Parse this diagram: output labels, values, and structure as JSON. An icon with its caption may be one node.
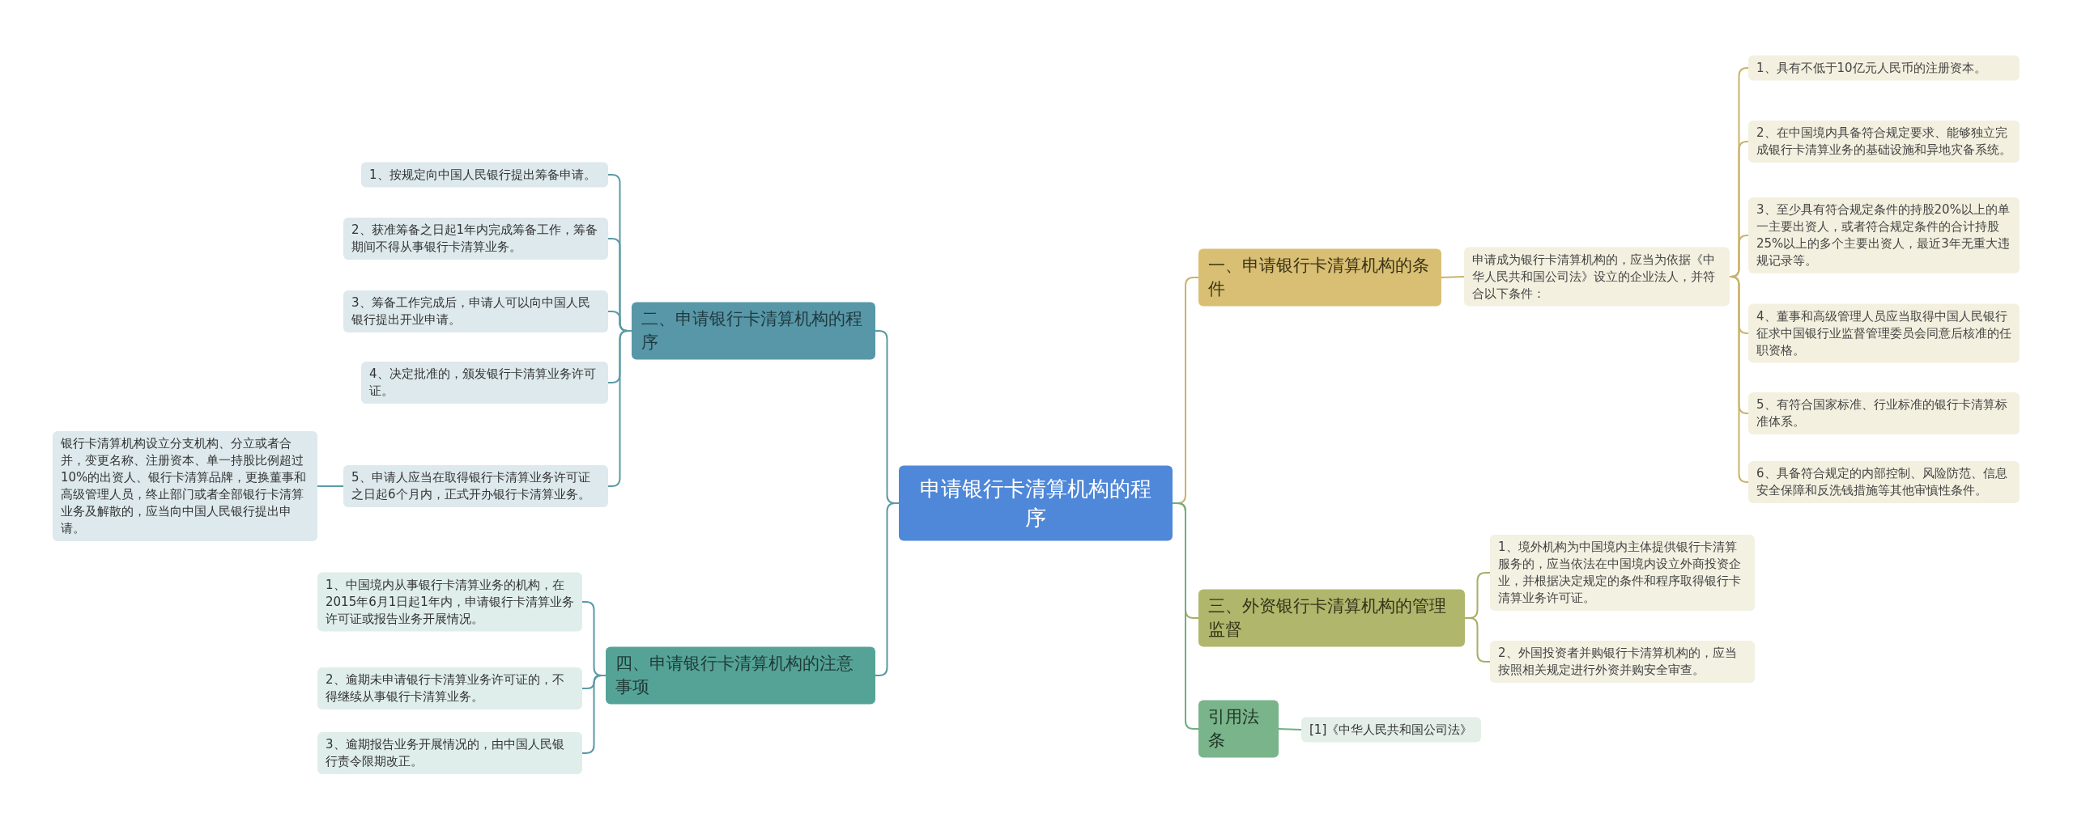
{
  "diagram": {
    "nodes": [
      {
        "text": [
          "申请银行卡清算机构的程序"
        ]
      },
      {
        "text": [
          "二、申请银行卡清算机构的程序"
        ]
      },
      {
        "text": [
          "1、按规定向中国人民银行提出筹备申请。"
        ]
      },
      {
        "text": [
          "2、获准筹备之日起1年内完成筹备工作，筹备期间不得从事银行卡清算业务。"
        ]
      },
      {
        "text": [
          "3、筹备工作完成后，申请人可以向中国人民银行提出开业申请。"
        ]
      },
      {
        "text": [
          "4、决定批准的，颁发银行卡清算业务许可证。"
        ]
      },
      {
        "text": [
          "5、申请人应当在取得银行卡清算业务许可证之日起6个月内，正式开办银行卡清算业务。"
        ]
      },
      {
        "text": [
          "银行卡清算机构设立分支机构、分立或者合并，变更名称、注册资本、单一持股比例超过10%的出资人、银行卡清算品牌，更换董事和高级管理人员，终止部门或者全部银行卡清算业务及解散的，应当向中国人民银行提出申请。"
        ]
      },
      {
        "text": [
          "四、申请银行卡清算机构的注意事项"
        ]
      },
      {
        "text": [
          "1、中国境内从事银行卡清算业务的机构，在2015年6月1日起1年内，申请银行卡清算业务许可证或报告业务开展情况。"
        ]
      },
      {
        "text": [
          "2、逾期未申请银行卡清算业务许可证的，不得继续从事银行卡清算业务。"
        ]
      },
      {
        "text": [
          "3、逾期报告业务开展情况的，由中国人民银行责令限期改正。"
        ]
      },
      {
        "text": [
          "一、申请银行卡清算机构的条件"
        ]
      },
      {
        "text": [
          "申请成为银行卡清算机构的，应当为依据《中华人民共和国公司法》设立的企业法人，并符合以下条件："
        ]
      },
      {
        "text": [
          "1、具有不低于10亿元人民币的注册资本。"
        ]
      },
      {
        "text": [
          "2、在中国境内具备符合规定要求、能够独立完成银行卡清算业务的基础设施和异地灾备系统。"
        ]
      },
      {
        "text": [
          "3、至少具有符合规定条件的持股20%以上的单一主要出资人，或者符合规定条件的合计持股25%以上的多个主要出资人，最近3年无重大违规记录等。"
        ]
      },
      {
        "text": [
          "4、董事和高级管理人员应当取得中国人民银行征求中国银行业监督管理委员会同意后核准的任职资格。"
        ]
      },
      {
        "text": [
          "5、有符合国家标准、行业标准的银行卡清算标准体系。"
        ]
      },
      {
        "text": [
          "6、具备符合规定的内部控制、风险防范、信息安全保障和反洗钱措施等其他审慎性条件。"
        ]
      },
      {
        "text": [
          "三、外资银行卡清算机构的管理监督"
        ]
      },
      {
        "text": [
          "1、境外机构为中国境内主体提供银行卡清算服务的，应当依法在中国境内设立外商投资企业，并根据决定规定的条件和程序取得银行卡清算业务许可证。"
        ]
      },
      {
        "text": [
          "2、外国投资者并购银行卡清算机构的，应当按照相关规定进行外资并购安全审查。"
        ]
      },
      {
        "text": [
          "引用法条"
        ]
      },
      {
        "text": [
          "[1]《中华人民共和国公司法》"
        ]
      }
    ],
    "edges": [
      {
        "from": 0,
        "to": 1,
        "arrow": "none"
      },
      {
        "from": 1,
        "to": 2,
        "arrow": "none"
      },
      {
        "from": 1,
        "to": 3,
        "arrow": "none"
      },
      {
        "from": 1,
        "to": 4,
        "arrow": "none"
      },
      {
        "from": 1,
        "to": 5,
        "arrow": "none"
      },
      {
        "from": 1,
        "to": 6,
        "arrow": "none"
      },
      {
        "from": 6,
        "to": 7,
        "arrow": "none"
      },
      {
        "from": 0,
        "to": 8,
        "arrow": "none"
      },
      {
        "from": 8,
        "to": 9,
        "arrow": "none"
      },
      {
        "from": 8,
        "to": 10,
        "arrow": "none"
      },
      {
        "from": 8,
        "to": 11,
        "arrow": "none"
      },
      {
        "from": 0,
        "to": 12,
        "arrow": "none",
        "color": "#c9b46a"
      },
      {
        "from": 12,
        "to": 13,
        "arrow": "none",
        "color": "#c9b46a"
      },
      {
        "from": 13,
        "to": 14,
        "arrow": "none",
        "color": "#c9b46a"
      },
      {
        "from": 13,
        "to": 15,
        "arrow": "none",
        "color": "#c9b46a"
      },
      {
        "from": 13,
        "to": 16,
        "arrow": "none",
        "color": "#c9b46a"
      },
      {
        "from": 13,
        "to": 17,
        "arrow": "none",
        "color": "#c9b46a"
      },
      {
        "from": 13,
        "to": 18,
        "arrow": "none",
        "color": "#c9b46a"
      },
      {
        "from": 13,
        "to": 19,
        "arrow": "none",
        "color": "#c9b46a"
      },
      {
        "from": 0,
        "to": 20,
        "arrow": "none",
        "color": "#a9ae66"
      },
      {
        "from": 20,
        "to": 21,
        "arrow": "none",
        "color": "#a9ae66"
      },
      {
        "from": 20,
        "to": 22,
        "arrow": "none",
        "color": "#a9ae66"
      },
      {
        "from": 0,
        "to": 23,
        "arrow": "none",
        "color": "#6fae82"
      },
      {
        "from": 23,
        "to": 24,
        "arrow": "none",
        "color": "#6fae82"
      }
    ]
  }
}
